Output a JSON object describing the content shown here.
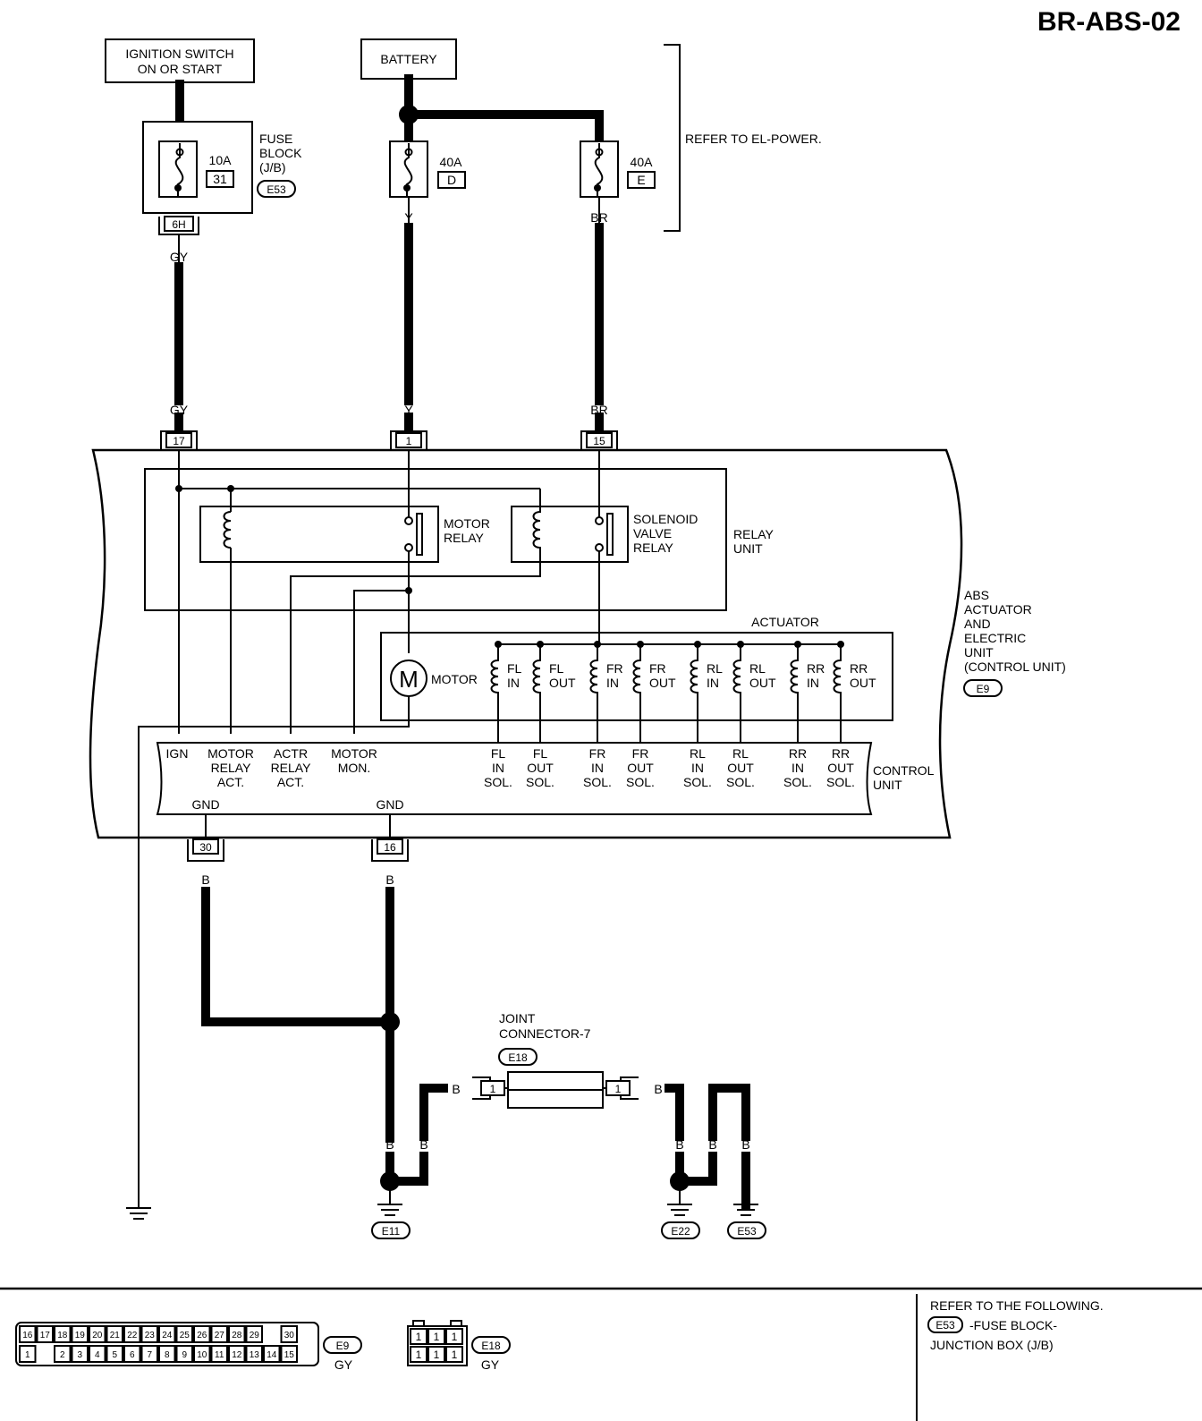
{
  "page_code": "BR-ABS-02",
  "sources": {
    "ignition": [
      "IGNITION SWITCH",
      "ON OR START"
    ],
    "battery": "BATTERY",
    "refer_power": "REFER TO EL-POWER."
  },
  "fuse_block": {
    "label": [
      "FUSE",
      "BLOCK",
      "(J/B)"
    ],
    "connector": "E53"
  },
  "fuses": [
    {
      "amp": "10A",
      "id": "31"
    },
    {
      "amp": "40A",
      "id": "D"
    },
    {
      "amp": "40A",
      "id": "E"
    }
  ],
  "fuse_terminal": "6H",
  "wire_colors": {
    "gy": "GY",
    "y": "Y",
    "br": "BR",
    "b": "B"
  },
  "unit_pins": {
    "ign": "17",
    "battery": "1",
    "solenoid": "15",
    "gnd1": "30",
    "gnd2": "16"
  },
  "relay_unit": {
    "title": [
      "RELAY",
      "UNIT"
    ],
    "motor_relay": [
      "MOTOR",
      "RELAY"
    ],
    "solenoid_relay": [
      "SOLENOID",
      "VALVE",
      "RELAY"
    ]
  },
  "actuator": {
    "title": "ACTUATOR",
    "motor_symbol": "M",
    "motor_label": "MOTOR",
    "coils": [
      [
        "FL",
        "IN"
      ],
      [
        "FL",
        "OUT"
      ],
      [
        "FR",
        "IN"
      ],
      [
        "FR",
        "OUT"
      ],
      [
        "RL",
        "IN"
      ],
      [
        "RL",
        "OUT"
      ],
      [
        "RR",
        "IN"
      ],
      [
        "RR",
        "OUT"
      ]
    ]
  },
  "abs_unit": {
    "title": [
      "ABS",
      "ACTUATOR",
      "AND",
      "ELECTRIC",
      "UNIT",
      "(CONTROL UNIT)"
    ],
    "connector": "E9"
  },
  "control_unit": {
    "title": [
      "CONTROL",
      "UNIT"
    ],
    "terminals": [
      [
        "IGN"
      ],
      [
        "MOTOR",
        "RELAY",
        "ACT."
      ],
      [
        "ACTR",
        "RELAY",
        "ACT."
      ],
      [
        "MOTOR",
        "MON."
      ],
      [
        "FL",
        "IN",
        "SOL."
      ],
      [
        "FL",
        "OUT",
        "SOL."
      ],
      [
        "FR",
        "IN",
        "SOL."
      ],
      [
        "FR",
        "OUT",
        "SOL."
      ],
      [
        "RL",
        "IN",
        "SOL."
      ],
      [
        "RL",
        "OUT",
        "SOL."
      ],
      [
        "RR",
        "IN",
        "SOL."
      ],
      [
        "RR",
        "OUT",
        "SOL."
      ]
    ],
    "gnd": "GND"
  },
  "joint_connector": {
    "label": [
      "JOINT",
      "CONNECTOR-7"
    ],
    "connector": "E18",
    "pin": "1"
  },
  "grounds": [
    "E11",
    "E22",
    "E53"
  ],
  "connector_legend": {
    "e9": {
      "top_row": [
        "16",
        "17",
        "18",
        "19",
        "20",
        "21",
        "22",
        "23",
        "24",
        "25",
        "26",
        "27",
        "28",
        "29",
        "",
        "30"
      ],
      "bottom_row": [
        "1",
        "",
        "2",
        "3",
        "4",
        "5",
        "6",
        "7",
        "8",
        "9",
        "10",
        "11",
        "12",
        "13",
        "14",
        "15"
      ],
      "name": "E9",
      "color": "GY"
    },
    "e18": {
      "top_row": [
        "1",
        "1",
        "1"
      ],
      "bottom_row": [
        "1",
        "1",
        "1"
      ],
      "name": "E18",
      "color": "GY"
    }
  },
  "refer_following": {
    "lines": [
      "REFER TO THE FOLLOWING."
    ],
    "connector": "E53",
    "item": [
      "-FUSE BLOCK-",
      "JUNCTION BOX (J/B)"
    ]
  }
}
